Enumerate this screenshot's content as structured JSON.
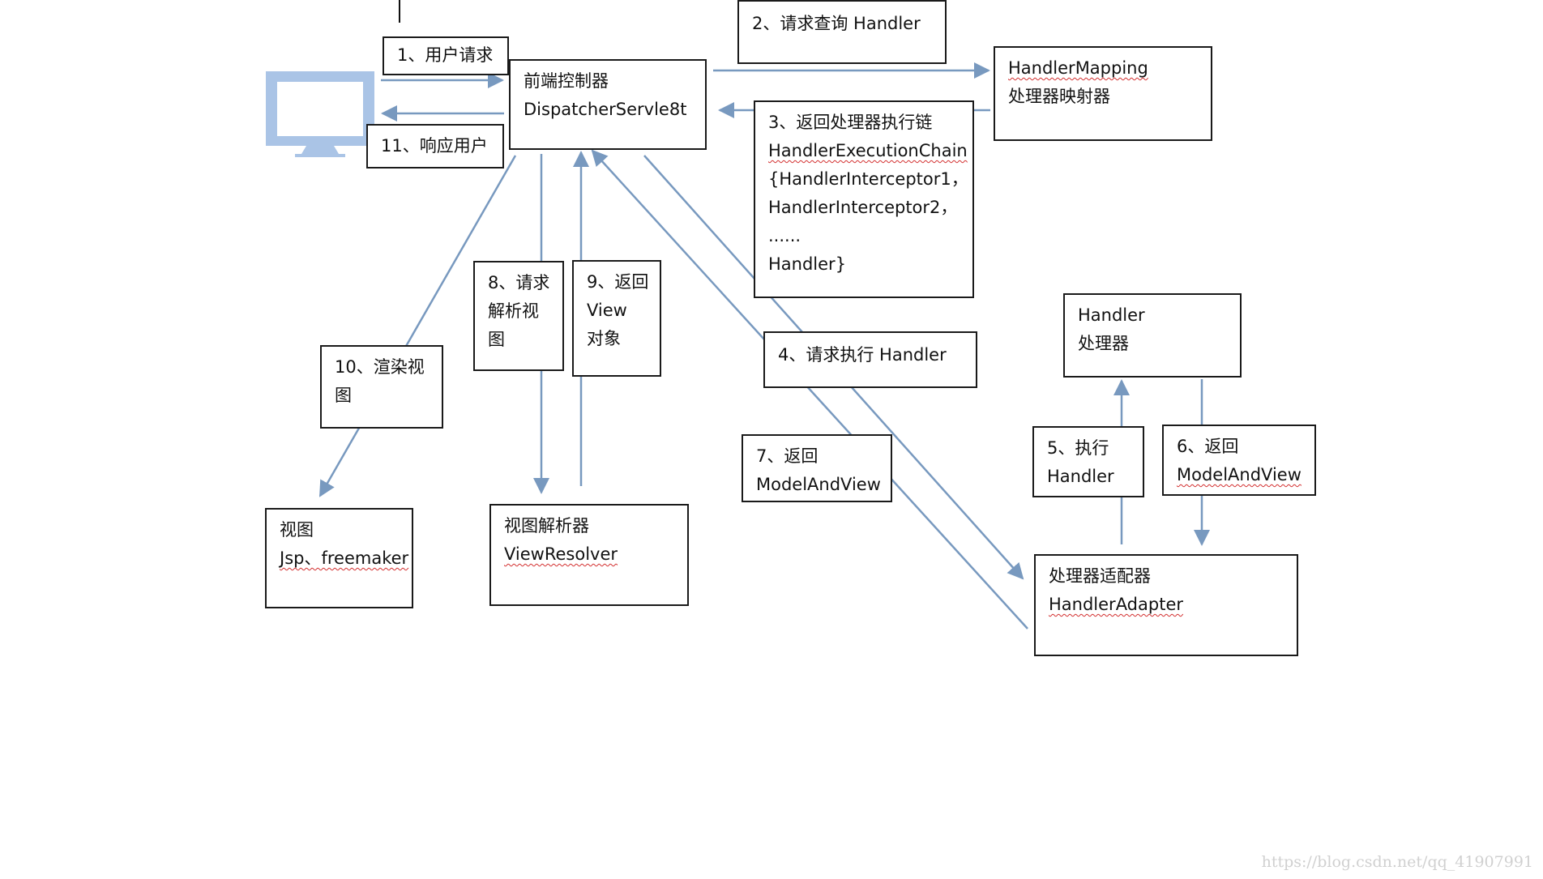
{
  "colors": {
    "arrow": "#7899bf",
    "border": "#1a1a1a",
    "monitor": "#aac4e6",
    "squiggle": "#d32f2f"
  },
  "icons": {
    "client": "monitor-icon"
  },
  "boxes": {
    "dispatcher": [
      "前端控制器",
      "DispatcherServle8t"
    ],
    "step1": [
      "1、用户请求"
    ],
    "step11": [
      "11、响应用户"
    ],
    "step2": [
      "2、请求查询 Handler"
    ],
    "mapping": [
      "HandlerMapping",
      "处理器映射器"
    ],
    "step3": [
      "3、返回处理器执行链",
      "HandlerExecutionChain",
      "{HandlerInterceptor1，",
      "HandlerInterceptor2，",
      "......",
      "Handler}"
    ],
    "handler": [
      "Handler",
      "处理器"
    ],
    "step4": [
      "4、请求执行 Handler"
    ],
    "step5": [
      "5、执行",
      "Handler"
    ],
    "step6": [
      "6、返回",
      "ModelAndView"
    ],
    "adapter": [
      "处理器适配器",
      "HandlerAdapter"
    ],
    "step7": [
      "7、返回",
      "ModelAndView"
    ],
    "step8": [
      "8、请求",
      "解析视",
      "图"
    ],
    "step9": [
      "9、返回",
      "View",
      "对象"
    ],
    "resolver": [
      "视图解析器",
      "ViewResolver"
    ],
    "step10": [
      "10、渲染视",
      "图"
    ],
    "view": [
      "视图",
      "Jsp、freemaker"
    ]
  },
  "watermark": "https://blog.csdn.net/qq_41907991"
}
